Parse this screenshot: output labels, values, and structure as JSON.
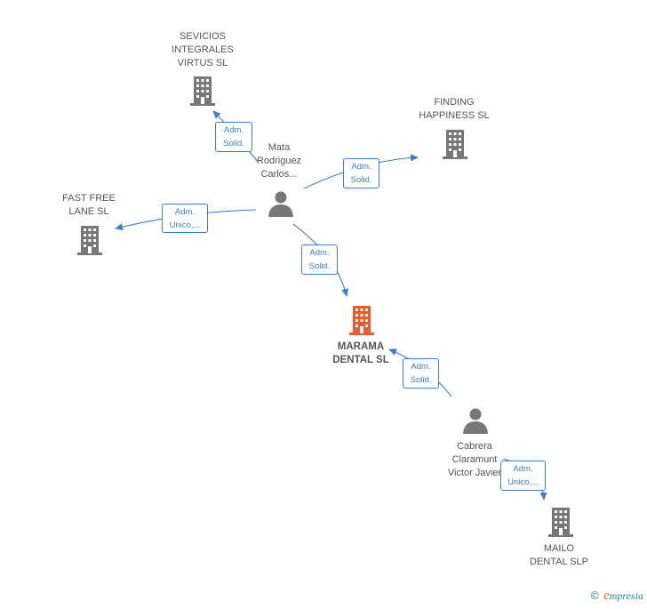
{
  "nodes": {
    "servicios": {
      "label": "SEVICIOS\nINTEGRALES\nVIRTUS  SL",
      "type": "company",
      "icon": "building-icon"
    },
    "finding": {
      "label": "FINDING\nHAPPINESS  SL",
      "type": "company",
      "icon": "building-icon"
    },
    "mata": {
      "label": "Mata\nRodriguez\nCarlos...",
      "type": "person",
      "icon": "person-icon"
    },
    "fastfree": {
      "label": "FAST FREE\nLANE  SL",
      "type": "company",
      "icon": "building-icon"
    },
    "marama": {
      "label": "MARAMA\nDENTAL  SL",
      "type": "company-main",
      "icon": "building-icon"
    },
    "cabrera": {
      "label": "Cabrera\nClaramunt\nVictor Javier",
      "type": "person",
      "icon": "person-icon"
    },
    "mailo": {
      "label": "MAILO\nDENTAL  SLP",
      "type": "company",
      "icon": "building-icon"
    }
  },
  "edges": {
    "mata_servicios": {
      "label": "Adm.\nSolid."
    },
    "mata_finding": {
      "label": "Adm.\nSolid."
    },
    "mata_fastfree": {
      "label": "Adm.\nUnico,..."
    },
    "mata_marama": {
      "label": "Adm.\nSolid."
    },
    "cabrera_marama": {
      "label": "Adm.\nSolid."
    },
    "cabrera_mailo": {
      "label": "Adm.\nUnico,..."
    }
  },
  "colors": {
    "edge": "#3a7fd5",
    "company": "#777777",
    "main_company": "#f05a28",
    "person": "#777777",
    "label": "#555555"
  },
  "footer": {
    "copyright": "©",
    "brand_initial": "e",
    "brand_rest": "mpresia"
  }
}
